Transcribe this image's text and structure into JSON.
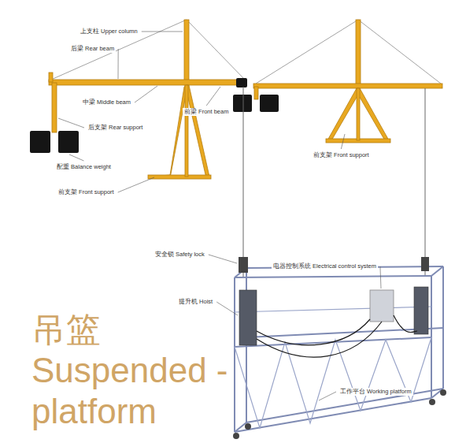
{
  "diagram": {
    "title": "吊篮 Suspended -platform",
    "labels": [
      "上支柱 Upper column",
      "后梁 Rear beam",
      "中梁 Middle beam",
      "前梁 Front beam",
      "后支架 Rear support",
      "配重 Balance weight",
      "前支架 Front support",
      "前支架 Front support",
      "安全锁 Safety lock",
      "电器控制系统 Electrical control system",
      "提升机 Hoist",
      "工作平台 Working platform"
    ]
  }
}
